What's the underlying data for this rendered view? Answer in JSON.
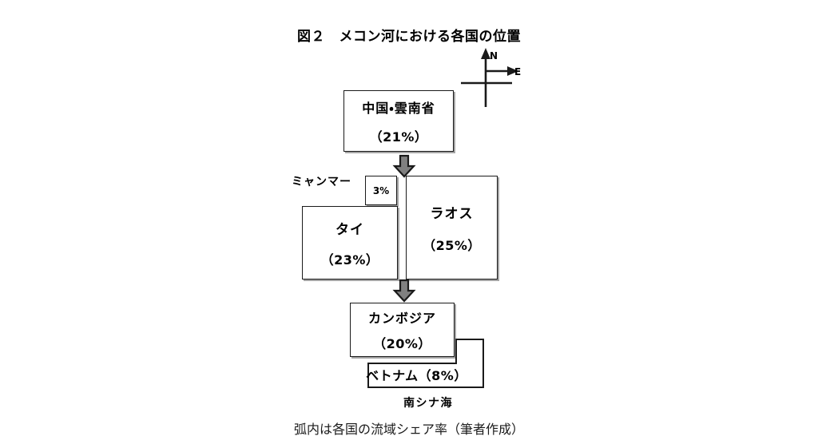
{
  "figure": {
    "title": "図２　メコン河における各国の位置",
    "caption": "弧内は各国の流域シェア率（筆者作成）"
  },
  "compass": {
    "north_label": "N",
    "east_label": "E"
  },
  "boxes": {
    "china": {
      "name": "中国・雲南省",
      "share": "（21%）"
    },
    "myanmar_share": {
      "value": "3%"
    },
    "laos": {
      "name": "ラオス",
      "share": "（25%）"
    },
    "thailand": {
      "name": "タイ",
      "share": "（23%）"
    },
    "cambodia": {
      "name": "カンボジア",
      "share": "（20%）"
    },
    "vietnam": {
      "label": "ベトナム（8%）"
    }
  },
  "labels": {
    "myanmar": "ミャンマー",
    "south_china_sea": "南シナ海"
  },
  "arrows": {
    "from_china": "down-arrow",
    "to_cambodia": "down-arrow"
  },
  "colors": {
    "stroke": "#1a1a1a",
    "arrow_fill": "#808080",
    "shadow": "#5a5a5a",
    "background": "#ffffff"
  }
}
